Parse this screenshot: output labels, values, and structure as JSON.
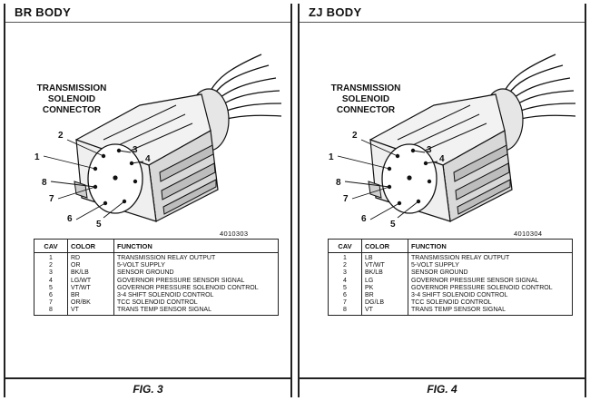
{
  "panels": [
    {
      "title": "BR BODY",
      "connector_label": [
        "TRANSMISSION",
        "SOLENOID",
        "CONNECTOR"
      ],
      "pins": [
        "1",
        "2",
        "3",
        "4",
        "5",
        "6",
        "7",
        "8"
      ],
      "part_number": "4010303",
      "table": {
        "headers": [
          "CAV",
          "COLOR",
          "FUNCTION"
        ],
        "rows": [
          [
            "1",
            "RD",
            "TRANSMISSION RELAY OUTPUT"
          ],
          [
            "2",
            "OR",
            "5-VOLT SUPPLY"
          ],
          [
            "3",
            "BK/LB",
            "SENSOR GROUND"
          ],
          [
            "4",
            "LG/WT",
            "GOVERNOR PRESSURE SENSOR SIGNAL"
          ],
          [
            "5",
            "VT/WT",
            "GOVERNOR PRESSURE SOLENOID CONTROL"
          ],
          [
            "6",
            "BR",
            "3-4 SHIFT SOLENOID CONTROL"
          ],
          [
            "7",
            "OR/BK",
            "TCC SOLENOID CONTROL"
          ],
          [
            "8",
            "VT",
            "TRANS TEMP SENSOR SIGNAL"
          ]
        ]
      },
      "figure": "FIG. 3"
    },
    {
      "title": "ZJ BODY",
      "connector_label": [
        "TRANSMISSION",
        "SOLENOID",
        "CONNECTOR"
      ],
      "pins": [
        "1",
        "2",
        "3",
        "4",
        "5",
        "6",
        "7",
        "8"
      ],
      "part_number": "4010304",
      "table": {
        "headers": [
          "CAV",
          "COLOR",
          "FUNCTION"
        ],
        "rows": [
          [
            "1",
            "LB",
            "TRANSMISSION RELAY OUTPUT"
          ],
          [
            "2",
            "VT/WT",
            "5-VOLT SUPPLY"
          ],
          [
            "3",
            "BK/LB",
            "SENSOR GROUND"
          ],
          [
            "4",
            "LG",
            "GOVERNOR PRESSURE SENSOR SIGNAL"
          ],
          [
            "5",
            "PK",
            "GOVERNOR PRESSURE SOLENOID CONTROL"
          ],
          [
            "6",
            "BR",
            "3-4 SHIFT SOLENOID CONTROL"
          ],
          [
            "7",
            "DG/LB",
            "TCC SOLENOID CONTROL"
          ],
          [
            "8",
            "VT",
            "TRANS TEMP SENSOR SIGNAL"
          ]
        ]
      },
      "figure": "FIG. 4"
    }
  ]
}
